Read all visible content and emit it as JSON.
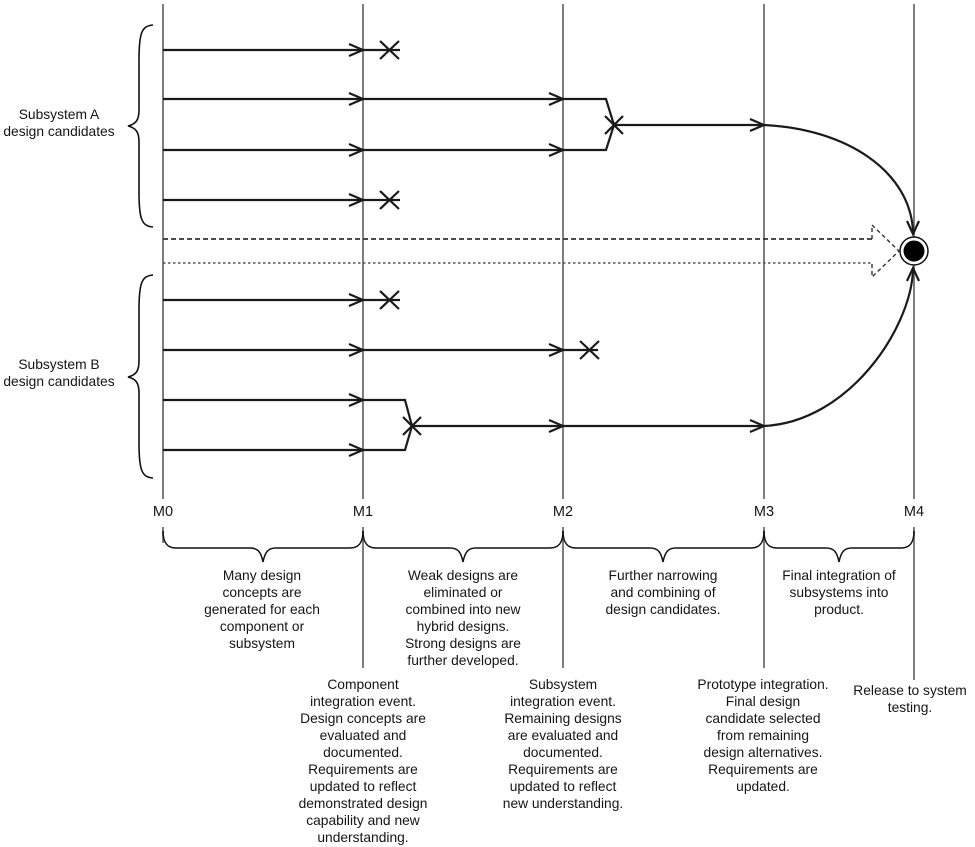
{
  "title": "Set-based design candidate narrowing diagram",
  "colors": {
    "candidate_line": "#1a1a1a",
    "milestone_line": "#7d7d7d",
    "text": "#151515",
    "release_node_fill": "#000000",
    "background": "#ffffff"
  },
  "labels": {
    "subsystem_a": "Subsystem A\ndesign candidates",
    "subsystem_b": "Subsystem B\ndesign candidates"
  },
  "milestones": [
    {
      "id": "m0",
      "label": "M0"
    },
    {
      "id": "m1",
      "label": "M1"
    },
    {
      "id": "m2",
      "label": "M2"
    },
    {
      "id": "m3",
      "label": "M3"
    },
    {
      "id": "m4",
      "label": "M4"
    }
  ],
  "phases": [
    {
      "from": "M0",
      "to": "M1",
      "text": "Many design\nconcepts are\ngenerated for each\ncomponent or\nsubsystem"
    },
    {
      "from": "M1",
      "to": "M2",
      "text": "Weak designs are\neliminated or\ncombined into new\nhybrid designs.\nStrong designs are\nfurther developed."
    },
    {
      "from": "M2",
      "to": "M3",
      "text": "Further narrowing\nand combining of\ndesign candidates."
    },
    {
      "from": "M3",
      "to": "M4",
      "text": "Final integration of\nsubsystems into\nproduct."
    }
  ],
  "events": [
    {
      "milestone": "M1",
      "text": "Component\nintegration event.\nDesign concepts are\nevaluated and\ndocumented.\nRequirements are\nupdated to reflect\ndemonstrated design\ncapability and new\nunderstanding."
    },
    {
      "milestone": "M2",
      "text": "Subsystem\nintegration event.\nRemaining designs\nare evaluated and\ndocumented.\nRequirements are\nupdated to reflect\nnew understanding."
    },
    {
      "milestone": "M3",
      "text": "Prototype integration.\nFinal design\ncandidate selected\nfrom remaining\ndesign alternatives.\nRequirements are\nupdated."
    },
    {
      "milestone": "M4",
      "text": "Release to system\ntesting."
    }
  ],
  "icons": {
    "elimination_x": "design candidate eliminated",
    "merge_x": "design candidates combined",
    "release_node": "release to system testing node",
    "system_arrow": "system-level dashed integration arrow"
  }
}
